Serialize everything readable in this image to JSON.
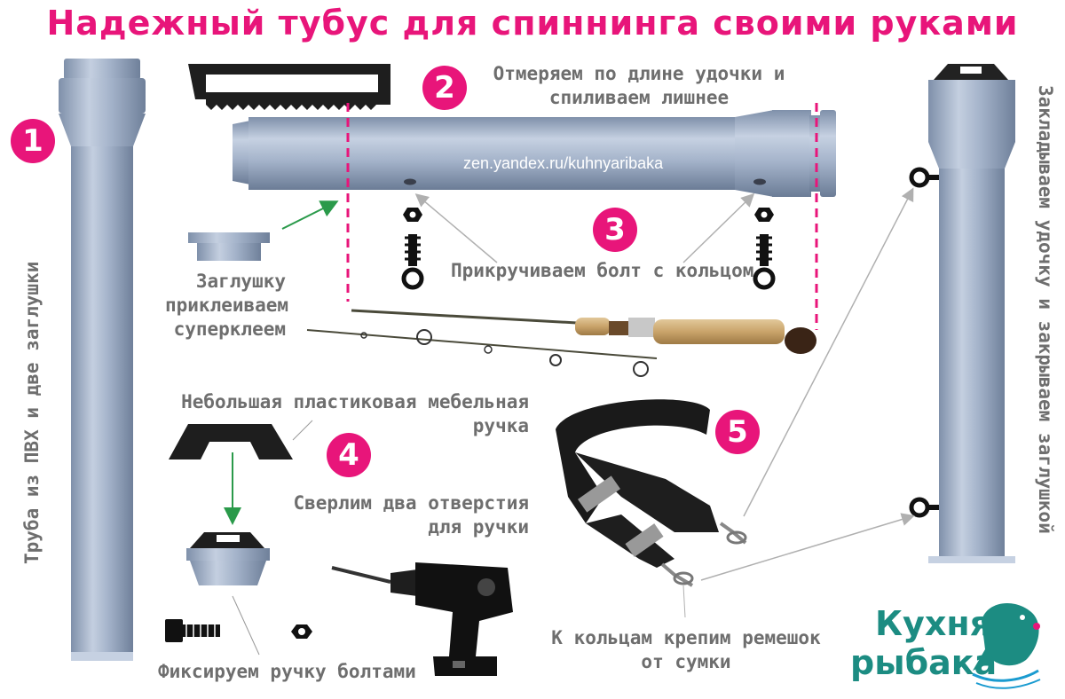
{
  "title": "Надежный тубус для спиннинга своими руками",
  "url": "zen.yandex.ru/kuhnyaribaka",
  "steps": {
    "s1": "1",
    "s2": "2",
    "s3": "3",
    "s4": "4",
    "s5": "5"
  },
  "labels": {
    "pipe_left": "Труба из ПВХ и две заглушки",
    "pipe_right": "Закладываем удочку и закрываем заглушкой",
    "measure_line1": "Отмеряем по длине удочки и",
    "measure_line2": "спиливаем лишнее",
    "cap_line1": "Заглушку",
    "cap_line2": "приклеиваем",
    "cap_line3": "суперклеем",
    "bolt": "Прикручиваем болт с кольцом",
    "handle_line1": "Небольшая пластиковая мебельная",
    "handle_line2": "ручка",
    "drill_line1": "Сверлим два отверстия",
    "drill_line2": "для ручки",
    "fix": "Фиксируем ручку болтами",
    "strap_line1": "К кольцам крепим ремешок",
    "strap_line2": "от сумки"
  },
  "logo": {
    "line1": "Кухня",
    "line2": "рыбака"
  },
  "colors": {
    "accent": "#e8157a",
    "pipe": "#a4b3ca",
    "pipe_dark": "#7d8ea8",
    "label": "#6e6e6e",
    "arrow_green": "#2a9a4a",
    "logo": "#1c8c82"
  }
}
